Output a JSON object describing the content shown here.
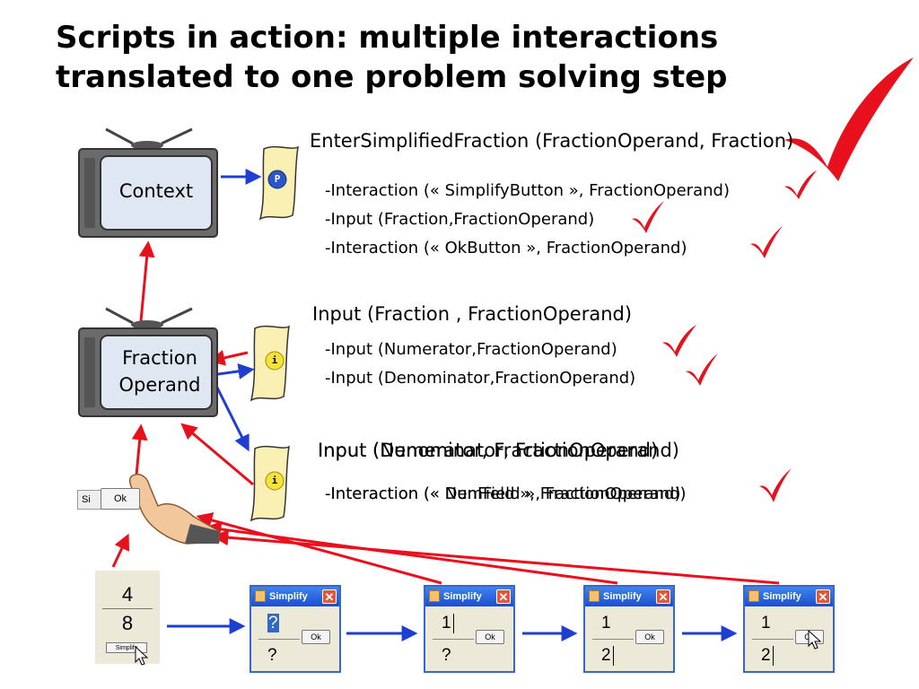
{
  "title": {
    "line1": "Scripts in action: multiple interactions",
    "line2": "translated to one problem solving step"
  },
  "context_tv": {
    "label": "Context",
    "scroll_badge": "P"
  },
  "operand_tv": {
    "label_line1": "Fraction",
    "label_line2": "Operand",
    "scroll_badge": "i"
  },
  "lower_scroll": {
    "badge": "i"
  },
  "block1": {
    "heading": "EnterSimplifiedFraction (FractionOperand, Fraction)",
    "items": [
      "-Interaction (« SimplifyButton », FractionOperand)",
      "-Input (Fraction,FractionOperand)",
      "-Interaction (« OkButton », FractionOperand)"
    ]
  },
  "block2": {
    "heading": "Input (Fraction , FractionOperand)",
    "items": [
      "-Input (Numerator,FractionOperand)",
      "-Input (Denominator,FractionOperand)"
    ]
  },
  "block3": {
    "heading_a": "Input (Numerator, FractionOperand)",
    "heading_b": "Input (Denominator, FractionOperand)",
    "item_a": "-Interaction (« NumField », FractionOperand)",
    "item_b": "-Interaction (« DenField », FractionOperand)"
  },
  "hand_widget": {
    "partial_label": "Si",
    "ok_label": "Ok"
  },
  "start_panel": {
    "numerator": "4",
    "denominator": "8",
    "button_label": "Simplify"
  },
  "dialogs": [
    {
      "title": "Simplify",
      "close": "✕",
      "numerator": "?",
      "denominator": "?",
      "ok": "Ok"
    },
    {
      "title": "Simplify",
      "close": "✕",
      "numerator": "1",
      "denominator": "?",
      "ok": "Ok"
    },
    {
      "title": "Simplify",
      "close": "✕",
      "numerator": "1",
      "denominator": "2",
      "ok": "Ok"
    },
    {
      "title": "Simplify",
      "close": "✕",
      "numerator": "1",
      "denominator": "2",
      "ok": "Ok"
    }
  ],
  "colors": {
    "red": "#e8101c",
    "blue": "#1f3fd0",
    "scroll": "#fbf0b4",
    "tv_body": "#6b6b6b",
    "tv_screen": "#dfe7f2"
  },
  "icons": [
    "tv-icon",
    "scroll-icon",
    "check-icon",
    "hand-icon",
    "cursor-icon"
  ]
}
